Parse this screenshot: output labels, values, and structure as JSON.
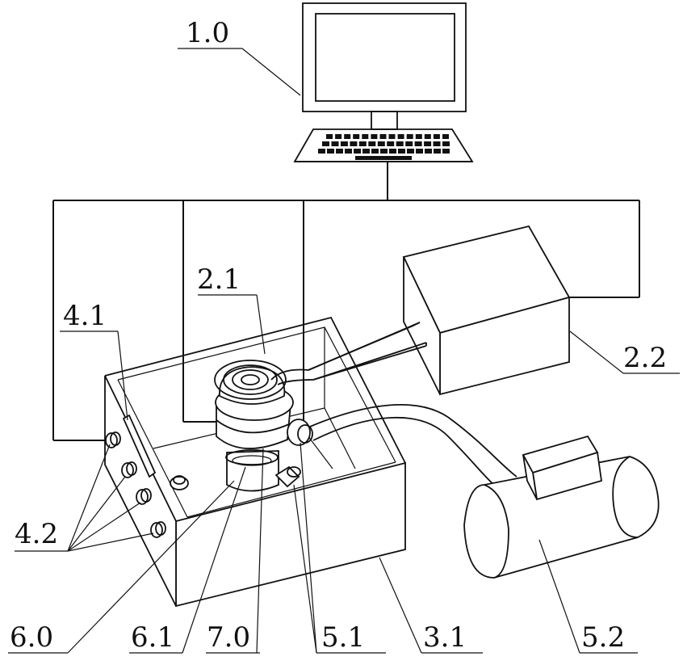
{
  "labels": {
    "computer": "1.0",
    "coil": "2.1",
    "generator": "2.2",
    "switch": "4.1",
    "knobs": "4.2",
    "nozzle": "5.1",
    "compressor": "5.2",
    "chamber": "3.1",
    "support": "6.0",
    "holder": "6.1",
    "sample": "7.0"
  }
}
